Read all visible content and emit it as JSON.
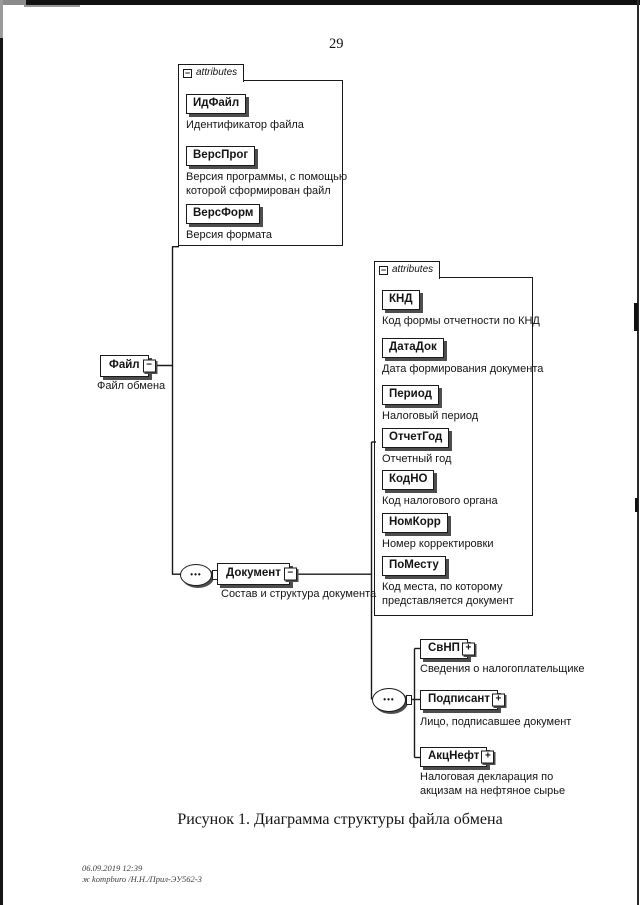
{
  "page": {
    "number": "29",
    "caption": "Рисунок 1. Диаграмма структуры файла обмена",
    "footer": {
      "line1": "06.09.2019 12:39",
      "line2": "ж kompburo /Н.Н./Прил-ЭУ562-3"
    }
  },
  "icons": {
    "minus": "−",
    "plus": "+",
    "sequence": "•••"
  },
  "diagram": {
    "file_element": {
      "name": "Файл",
      "description": "Файл обмена"
    },
    "file_attributes": {
      "tab_label": "attributes",
      "items": [
        {
          "name": "ИдФайл",
          "description": "Идентификатор файла"
        },
        {
          "name": "ВерсПрог",
          "description": "Версия программы, с помощью\nкоторой сформирован файл"
        },
        {
          "name": "ВерсФорм",
          "description": "Версия формата"
        }
      ]
    },
    "document_element": {
      "name": "Документ",
      "description": "Состав и структура документа"
    },
    "document_attributes": {
      "tab_label": "attributes",
      "items": [
        {
          "name": "КНД",
          "description": "Код формы отчетности по КНД"
        },
        {
          "name": "ДатаДок",
          "description": "Дата формирования документа"
        },
        {
          "name": "Период",
          "description": "Налоговый период"
        },
        {
          "name": "ОтчетГод",
          "description": "Отчетный год"
        },
        {
          "name": "КодНО",
          "description": "Код налогового органа"
        },
        {
          "name": "НомКорр",
          "description": "Номер корректировки"
        },
        {
          "name": "ПоМесту",
          "description": "Код места, по которому\nпредставляется документ"
        }
      ]
    },
    "document_children": [
      {
        "name": "СвНП",
        "description": "Сведения о налогоплательщике"
      },
      {
        "name": "Подписант",
        "description": "Лицо, подписавшее документ"
      },
      {
        "name": "АкцНефт",
        "description": "Налоговая декларация по\nакцизам на нефтяное сырье"
      }
    ]
  }
}
